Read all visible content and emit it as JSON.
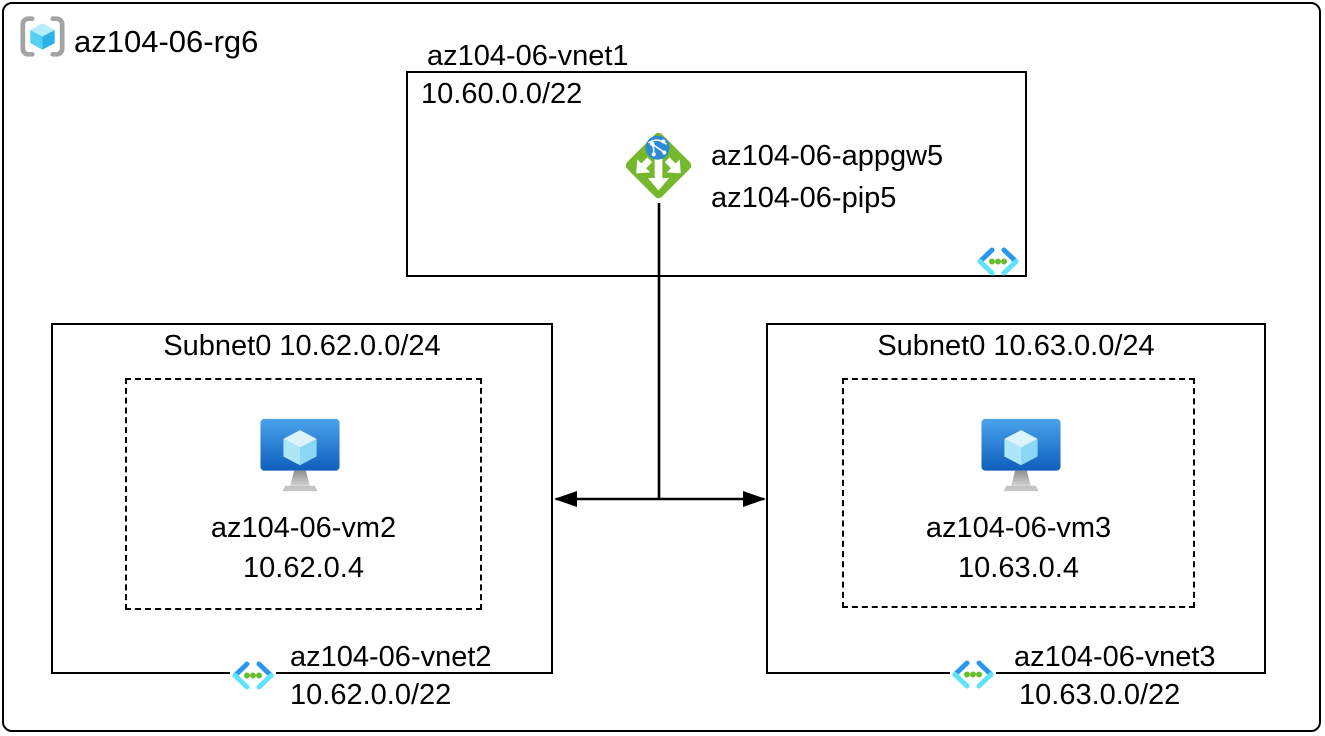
{
  "resource_group": {
    "name": "az104-06-rg6"
  },
  "vnet1": {
    "name": "az104-06-vnet1",
    "cidr": "10.60.0.0/22",
    "app_gateway": {
      "name": "az104-06-appgw5",
      "public_ip_name": "az104-06-pip5"
    }
  },
  "vnet2": {
    "subnet_label": "Subnet0 10.62.0.0/24",
    "vm": {
      "name": "az104-06-vm2",
      "ip": "10.62.0.4"
    },
    "name": "az104-06-vnet2",
    "cidr": "10.62.0.0/22"
  },
  "vnet3": {
    "subnet_label": "Subnet0 10.63.0.0/24",
    "vm": {
      "name": "az104-06-vm3",
      "ip": "10.63.0.4"
    },
    "name": "az104-06-vnet3",
    "cidr": "10.63.0.0/22"
  },
  "icons": {
    "resource_group": "resource-group-icon",
    "app_gateway": "application-gateway-icon",
    "virtual_network": "virtual-network-icon",
    "virtual_machine": "virtual-machine-icon"
  },
  "colors": {
    "line_black": "#000000",
    "appgw_green": "#76b82b",
    "globe_blue": "#2f8ad6",
    "vnet_chevron_blue": "#2996f0",
    "vnet_chevron_cyan": "#5fe3fa",
    "vnet_dot_green": "#6abc2f",
    "vm_monitor_top": "#4aa3ec",
    "vm_monitor_bottom": "#0e5fbb",
    "cube_cyan_light": "#b5edfb",
    "cube_cyan_mid": "#53d0f2",
    "cube_cyan_dark": "#2bb3e8",
    "bracket_gray": "#a3a3a3"
  }
}
